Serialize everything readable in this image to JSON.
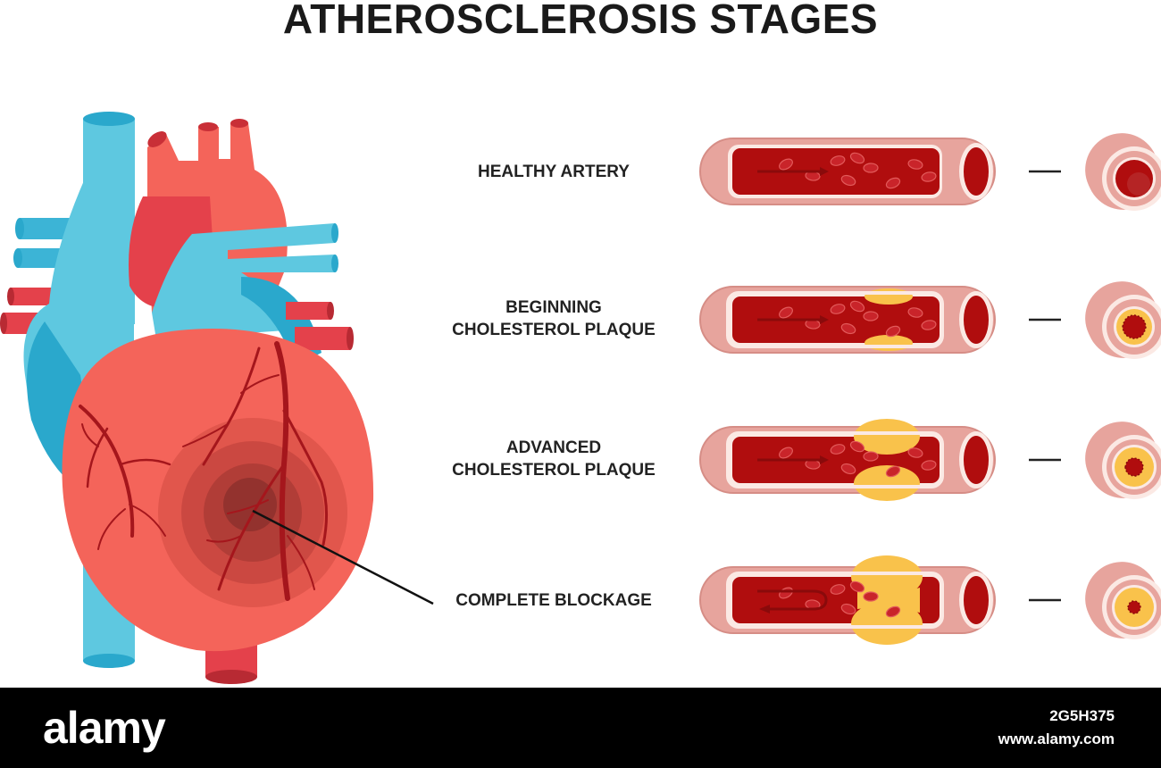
{
  "title": "ATHEROSCLEROSIS STAGES",
  "stages": [
    {
      "label_lines": [
        "HEALTHY ARTERY"
      ]
    },
    {
      "label_lines": [
        "BEGINNING",
        "CHOLESTEROL PLAQUE"
      ]
    },
    {
      "label_lines": [
        "ADVANCED",
        "CHOLESTEROL PLAQUE"
      ]
    },
    {
      "label_lines": [
        "COMPLETE BLOCKAGE"
      ]
    }
  ],
  "watermark": "alamy",
  "footer": {
    "logo": "alamy",
    "image_id": "2G5H375",
    "url": "www.alamy.com"
  },
  "colors": {
    "vein_blue": "#5ec8e0",
    "vein_blue_dark": "#2aa8cc",
    "heart_red": "#f4645a",
    "artery_red": "#e4414b",
    "coronary": "#a5161c",
    "blood": "#b00d0e",
    "wall": "#e7a49d",
    "plaque": "#f9c24b"
  }
}
